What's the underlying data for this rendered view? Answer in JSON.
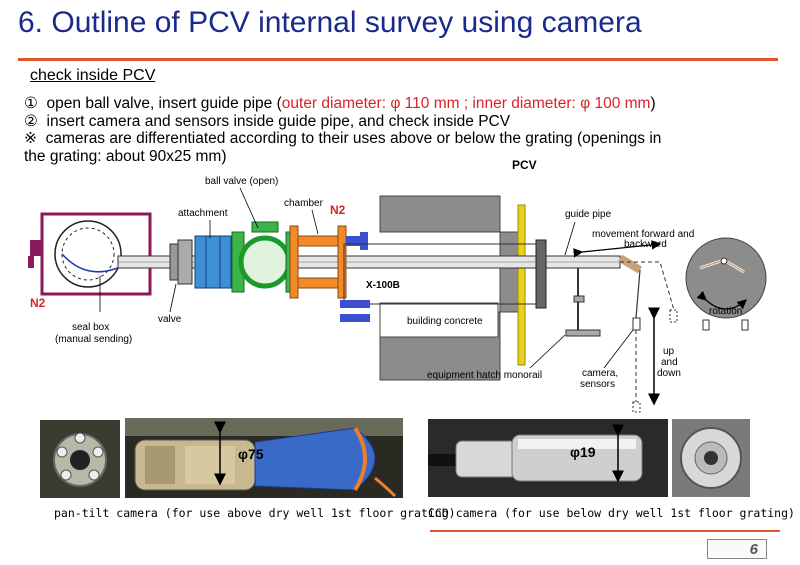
{
  "slide": {
    "title": "6. Outline of PCV internal survey using camera",
    "section": "check inside PCV",
    "page_number": "6"
  },
  "bullets": {
    "b1_mark": "①",
    "b1_text": "open ball valve, insert guide pipe (",
    "b1_red": "outer diameter: φ 110 mm ; inner diameter: φ  100 mm",
    "b1_end": ")",
    "b2_mark": "②",
    "b2_text": "insert camera and sensors inside guide pipe, and check inside PCV",
    "b3_mark": "※",
    "b3_text": "cameras are differentiated according to their uses above or below the grating (openings in",
    "b3_text2": "the grating: about 90x25 mm)"
  },
  "diagram": {
    "pcv": "PCV",
    "ball_valve": "ball valve (open)",
    "chamber": "chamber",
    "attachment": "attachment",
    "n2_top": "N2",
    "n2_left": "N2",
    "guide_pipe": "guide pipe",
    "movement_1": "movement forward and",
    "movement_2": "backward",
    "x100b": "X-100B",
    "rotation": "rotation",
    "building_concrete": "building concrete",
    "seal_box_1": "seal box",
    "seal_box_2": "(manual sending)",
    "valve": "valve",
    "monorail": "equipment hatch monorail",
    "camera_1": "camera,",
    "camera_2": "sensors",
    "up_1": "up",
    "up_2": "and",
    "up_3": "down"
  },
  "photos": {
    "phi75": "φ75",
    "phi19": "φ19",
    "caption_left": "pan-tilt camera (for use above dry well 1st floor grating)",
    "caption_right": "CCD camera (for use below dry well 1st floor grating)"
  }
}
